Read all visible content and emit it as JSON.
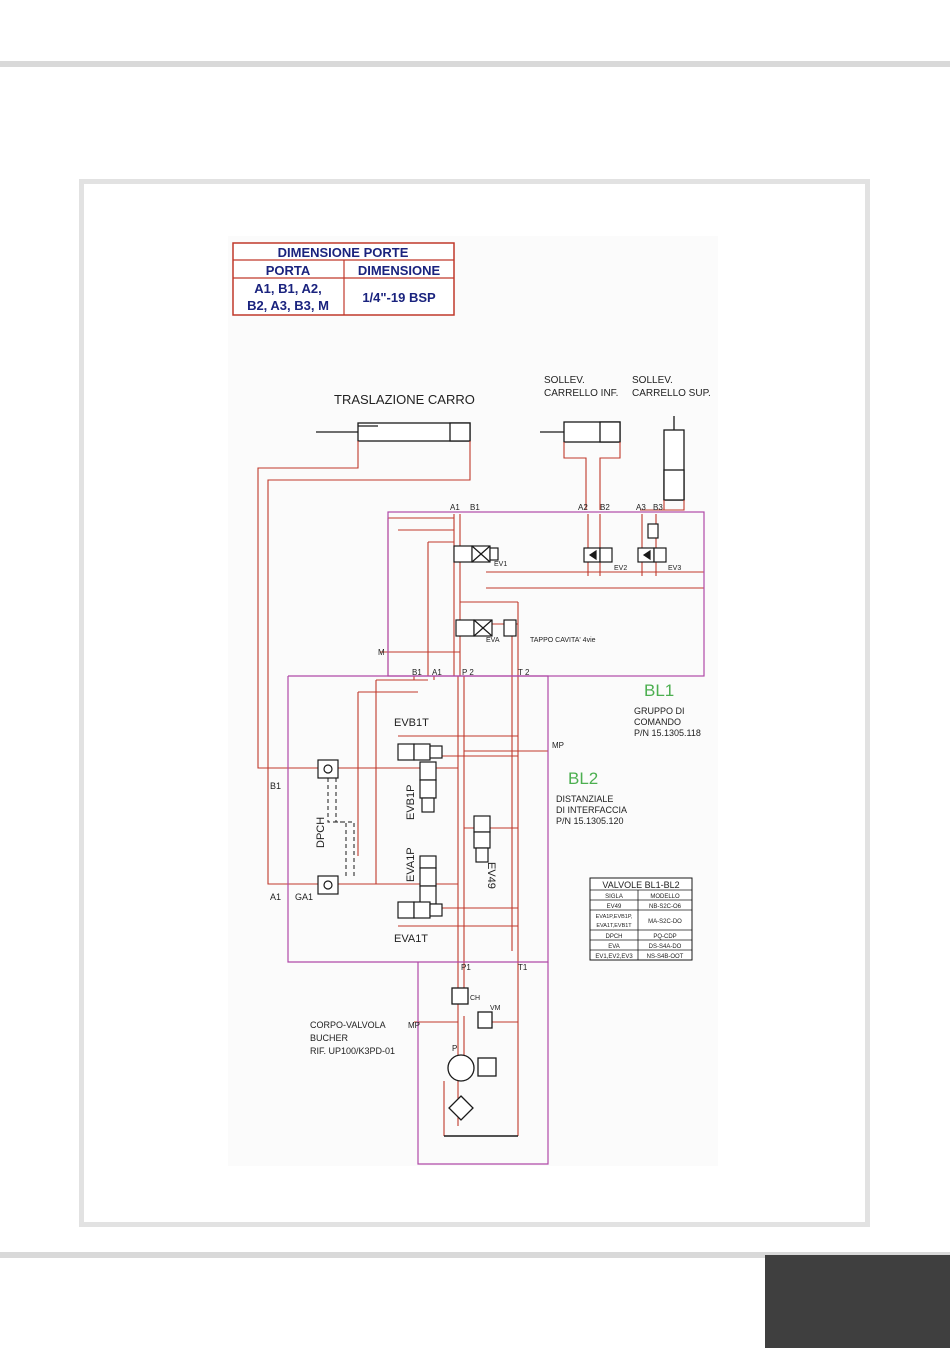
{
  "colors": {
    "hydraulic_line": "#c0392b",
    "block_outline": "#b04aa8",
    "tank_line": "#8e3b8a",
    "component": "#1a1a1a",
    "block_label": "#4caf50",
    "table_text": "#1a237e"
  },
  "port_table": {
    "title": "DIMENSIONE PORTE",
    "col1": "PORTA",
    "col2": "DIMENSIONE",
    "ports_line1": "A1, B1, A2,",
    "ports_line2": "B2, A3, B3, M",
    "size": "1/4\"-19 BSP"
  },
  "actuators": {
    "carro": "TRASLAZIONE  CARRO",
    "inf_line1": "SOLLEV.",
    "inf_line2": "CARRELLO  INF.",
    "sup_line1": "SOLLEV.",
    "sup_line2": "CARRELLO  SUP."
  },
  "ports": {
    "a1_top": "A1",
    "b1_top": "B1",
    "a2": "A2",
    "b2": "B2",
    "a3": "A3",
    "b3": "B3",
    "m": "M",
    "b1_mid": "B1",
    "a1_mid": "A1",
    "p2": "P 2",
    "t2": "T 2",
    "mp": "MP",
    "b1_left": "B1",
    "a1_left": "A1",
    "ga1": "GA1",
    "p1": "P1",
    "t1": "T1",
    "mp_bottom": "MP",
    "p": "P"
  },
  "valves": {
    "ev1": "EV1",
    "ev2": "EV2",
    "ev3": "EV3",
    "eva": "EVA",
    "tappo": "TAPPO  CAVITA'  4vie",
    "evb1t": "EVB1T",
    "evb1p": "EVB1P",
    "dpch": "DPCH",
    "eva1p": "EVA1P",
    "eva1t": "EVA1T",
    "ev49": "EV49",
    "ch": "CH",
    "vm": "VM"
  },
  "bl1": {
    "title": "BL1",
    "line1": "GRUPPO  DI",
    "line2": "COMANDO",
    "line3": "P/N  15.1305.118"
  },
  "bl2": {
    "title": "BL2",
    "line1": "DISTANZIALE",
    "line2": "DI  INTERFACCIA",
    "line3": "P/N  15.1305.120"
  },
  "body": {
    "line1": "CORPO-VALVOLA",
    "line2": "BUCHER",
    "line3": "RIF.  UP100/K3PD-01"
  },
  "valve_table": {
    "title": "VALVOLE  BL1-BL2",
    "header": [
      "SIGLA",
      "MODELLO"
    ],
    "rows": [
      [
        "EV49",
        "NB-S2C-O6"
      ],
      [
        "EVA1P,EVB1P,",
        "MA-S2C-DO"
      ],
      [
        "EVA1T,EVB1T",
        ""
      ],
      [
        "DPCH",
        "PQ-CDP"
      ],
      [
        "EVA",
        "DS-S4A-DO"
      ],
      [
        "EV1,EV2,EV3",
        "NS-S4B-OOT"
      ]
    ]
  }
}
